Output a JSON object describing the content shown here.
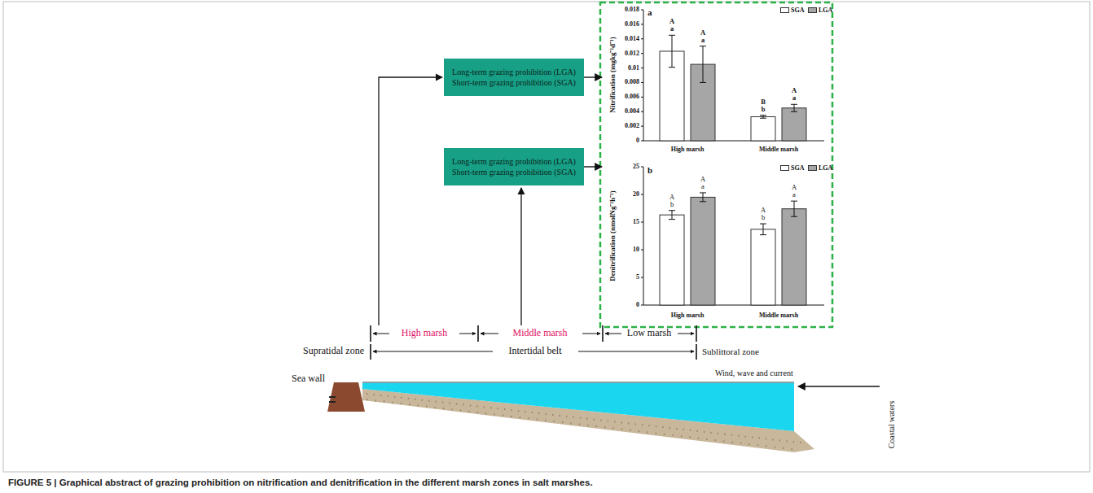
{
  "diagram": {
    "caption": "FIGURE 5 | Graphical abstract of grazing prohibition on nitrification and denitrification in the different marsh zones in salt marshes.",
    "nodes": [
      {
        "text": [
          "Long-term grazing prohibition (LGA)",
          "Short-term grazing prohibition (SGA)"
        ]
      },
      {
        "text": [
          "Long-term grazing prohibition (LGA)",
          "Short-term grazing prohibition (SGA)"
        ]
      },
      {
        "text": [
          "a"
        ]
      },
      {
        "text": [
          "b"
        ]
      }
    ],
    "edges": [
      {
        "from": 0,
        "to": 2,
        "arrow": "to"
      },
      {
        "from": 1,
        "to": 3,
        "arrow": "to"
      }
    ],
    "labels": [
      "Nitrification (mgkg⁻¹d⁻¹)",
      "0",
      "0.002",
      "0.004",
      "0.006",
      "0.008",
      "0.01",
      "0.012",
      "0.014",
      "0.016",
      "0.018",
      "High marsh",
      "Middle marsh",
      "A",
      "a",
      "A",
      "a",
      "B",
      "b",
      "A",
      "a",
      "Denitrification (nmolNg⁻¹h⁻¹)",
      "0",
      "5",
      "10",
      "15",
      "20",
      "25",
      "High marsh",
      "Middle marsh",
      "A",
      "b",
      "A",
      "a",
      "A",
      "b",
      "A",
      "a",
      "High marsh",
      "Middle marsh",
      "Low marsh",
      "Supratidal zone",
      "Intertidal belt",
      "Sublittoral zone",
      "Sea wall",
      "Wind, wave and current",
      "Coastal waters"
    ],
    "legend": [
      {
        "text": "SGA",
        "color": "#ffffff"
      },
      {
        "text": "LGA",
        "color": "#a6a6a6"
      },
      {
        "text": "SGA",
        "color": "#ffffff"
      },
      {
        "text": "LGA",
        "color": "#a6a6a6"
      }
    ]
  }
}
